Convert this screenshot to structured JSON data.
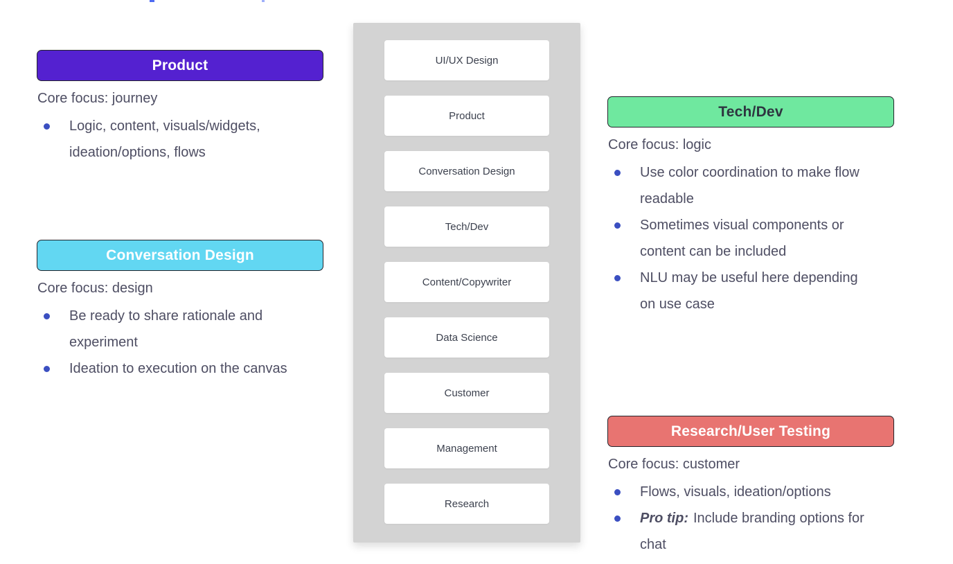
{
  "colors": {
    "product_header_bg": "#5421d0",
    "conversation_header_bg": "#62d7f2",
    "techdev_header_bg": "#6fe89f",
    "research_header_bg": "#e87471",
    "header_border": "#23242b",
    "body_text": "#4e4e63",
    "bullet_dot": "#3b4fc1",
    "panel_bg": "#d3d3d3",
    "card_bg": "#ffffff",
    "card_text": "#3c414e"
  },
  "sections": {
    "product": {
      "header": "Product",
      "core_focus": "Core focus: journey",
      "bullets": [
        {
          "text": "Logic, content, visuals/widgets,\nideation/options, flows"
        }
      ]
    },
    "conversation_design": {
      "header": "Conversation Design",
      "core_focus": "Core focus: design",
      "bullets": [
        {
          "text": "Be ready to share rationale and\nexperiment"
        },
        {
          "text": "Ideation to execution on the canvas"
        }
      ]
    },
    "tech_dev": {
      "header": "Tech/Dev",
      "core_focus": "Core focus: logic",
      "bullets": [
        {
          "text": "Use color coordination to make flow\nreadable"
        },
        {
          "text": "Sometimes visual components or\ncontent can be included"
        },
        {
          "text": "NLU may be useful here depending\non use case"
        }
      ]
    },
    "research_user_testing": {
      "header": "Research/User Testing",
      "core_focus": "Core focus: customer",
      "bullets": [
        {
          "text": "Flows, visuals, ideation/options"
        },
        {
          "prefix": "Pro tip:",
          "text": "Include branding options for chat"
        }
      ]
    }
  },
  "center_panel": {
    "boxes": [
      "UI/UX Design",
      "Product",
      "Conversation Design",
      "Tech/Dev",
      "Content/Copywriter",
      "Data Science",
      "Customer",
      "Management",
      "Research"
    ]
  }
}
